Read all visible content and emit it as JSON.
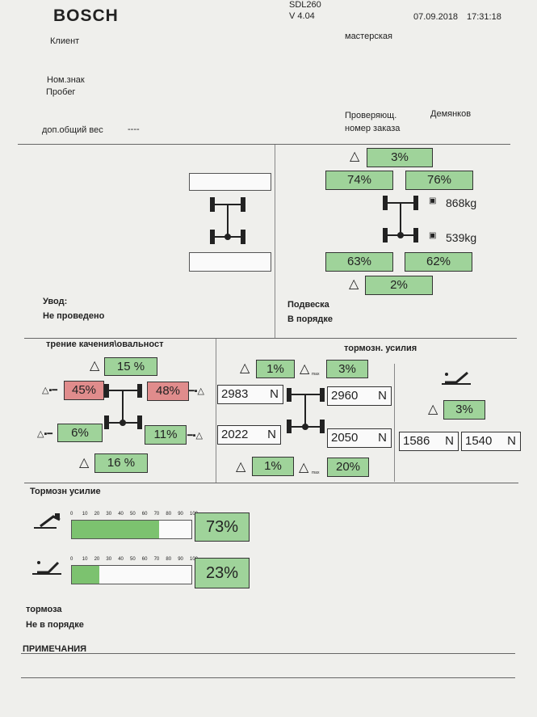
{
  "header": {
    "brand": "BOSCH",
    "model": "SDL260",
    "version": "V 4.04",
    "date": "07.09.2018",
    "time": "17:31:18"
  },
  "info": {
    "client_label": "Клиент",
    "workshop_label": "мастерская",
    "plate_label": "Ном.знак",
    "mileage_label": "Пробег",
    "inspector_label": "Проверяющ.",
    "inspector_value": "Демянков",
    "order_label": "номер заказа",
    "extra_weight_label": "доп.общий вес",
    "extra_weight_value": "----"
  },
  "alignment": {
    "title": "Увод:",
    "status": "Не проведено"
  },
  "suspension": {
    "top_delta": "3%",
    "front_left": "74%",
    "front_right": "76%",
    "rear_left": "63%",
    "rear_right": "62%",
    "bottom_delta": "2%",
    "front_weight": "868kg",
    "rear_weight": "539kg",
    "title": "Подвеска",
    "status": "В порядке"
  },
  "rolling": {
    "title": "трение качения\\овальност",
    "front_delta": "15  %",
    "front_left": "45%",
    "front_right": "48%",
    "rear_left": "6%",
    "rear_right": "11%",
    "rear_delta": "16  %"
  },
  "brake_force": {
    "title": "тормозн. усилия",
    "front_delta": "1%",
    "front_max": "3%",
    "front_left": "2983",
    "front_right": "2960",
    "rear_left": "2022",
    "rear_right": "2050",
    "rear_delta": "1%",
    "rear_max": "20%",
    "unit": "N",
    "park_delta": "3%",
    "park_left": "1586",
    "park_right": "1540",
    "max_sub": "max"
  },
  "pedal_force": {
    "title": "Тормозн усилие",
    "ticks": [
      "0",
      "10",
      "20",
      "30",
      "40",
      "50",
      "60",
      "70",
      "80",
      "90",
      "100"
    ],
    "service_value": "73%",
    "service_level": 0.73,
    "parking_value": "23%",
    "parking_level": 0.23
  },
  "brakes": {
    "title": "тормоза",
    "status": "Не в порядке"
  },
  "notes": {
    "title": "ПРИМЕЧАНИЯ"
  },
  "colors": {
    "ok": "#9fd39a",
    "fail": "#e08c8c",
    "bar_fill": "#7cc26f"
  }
}
